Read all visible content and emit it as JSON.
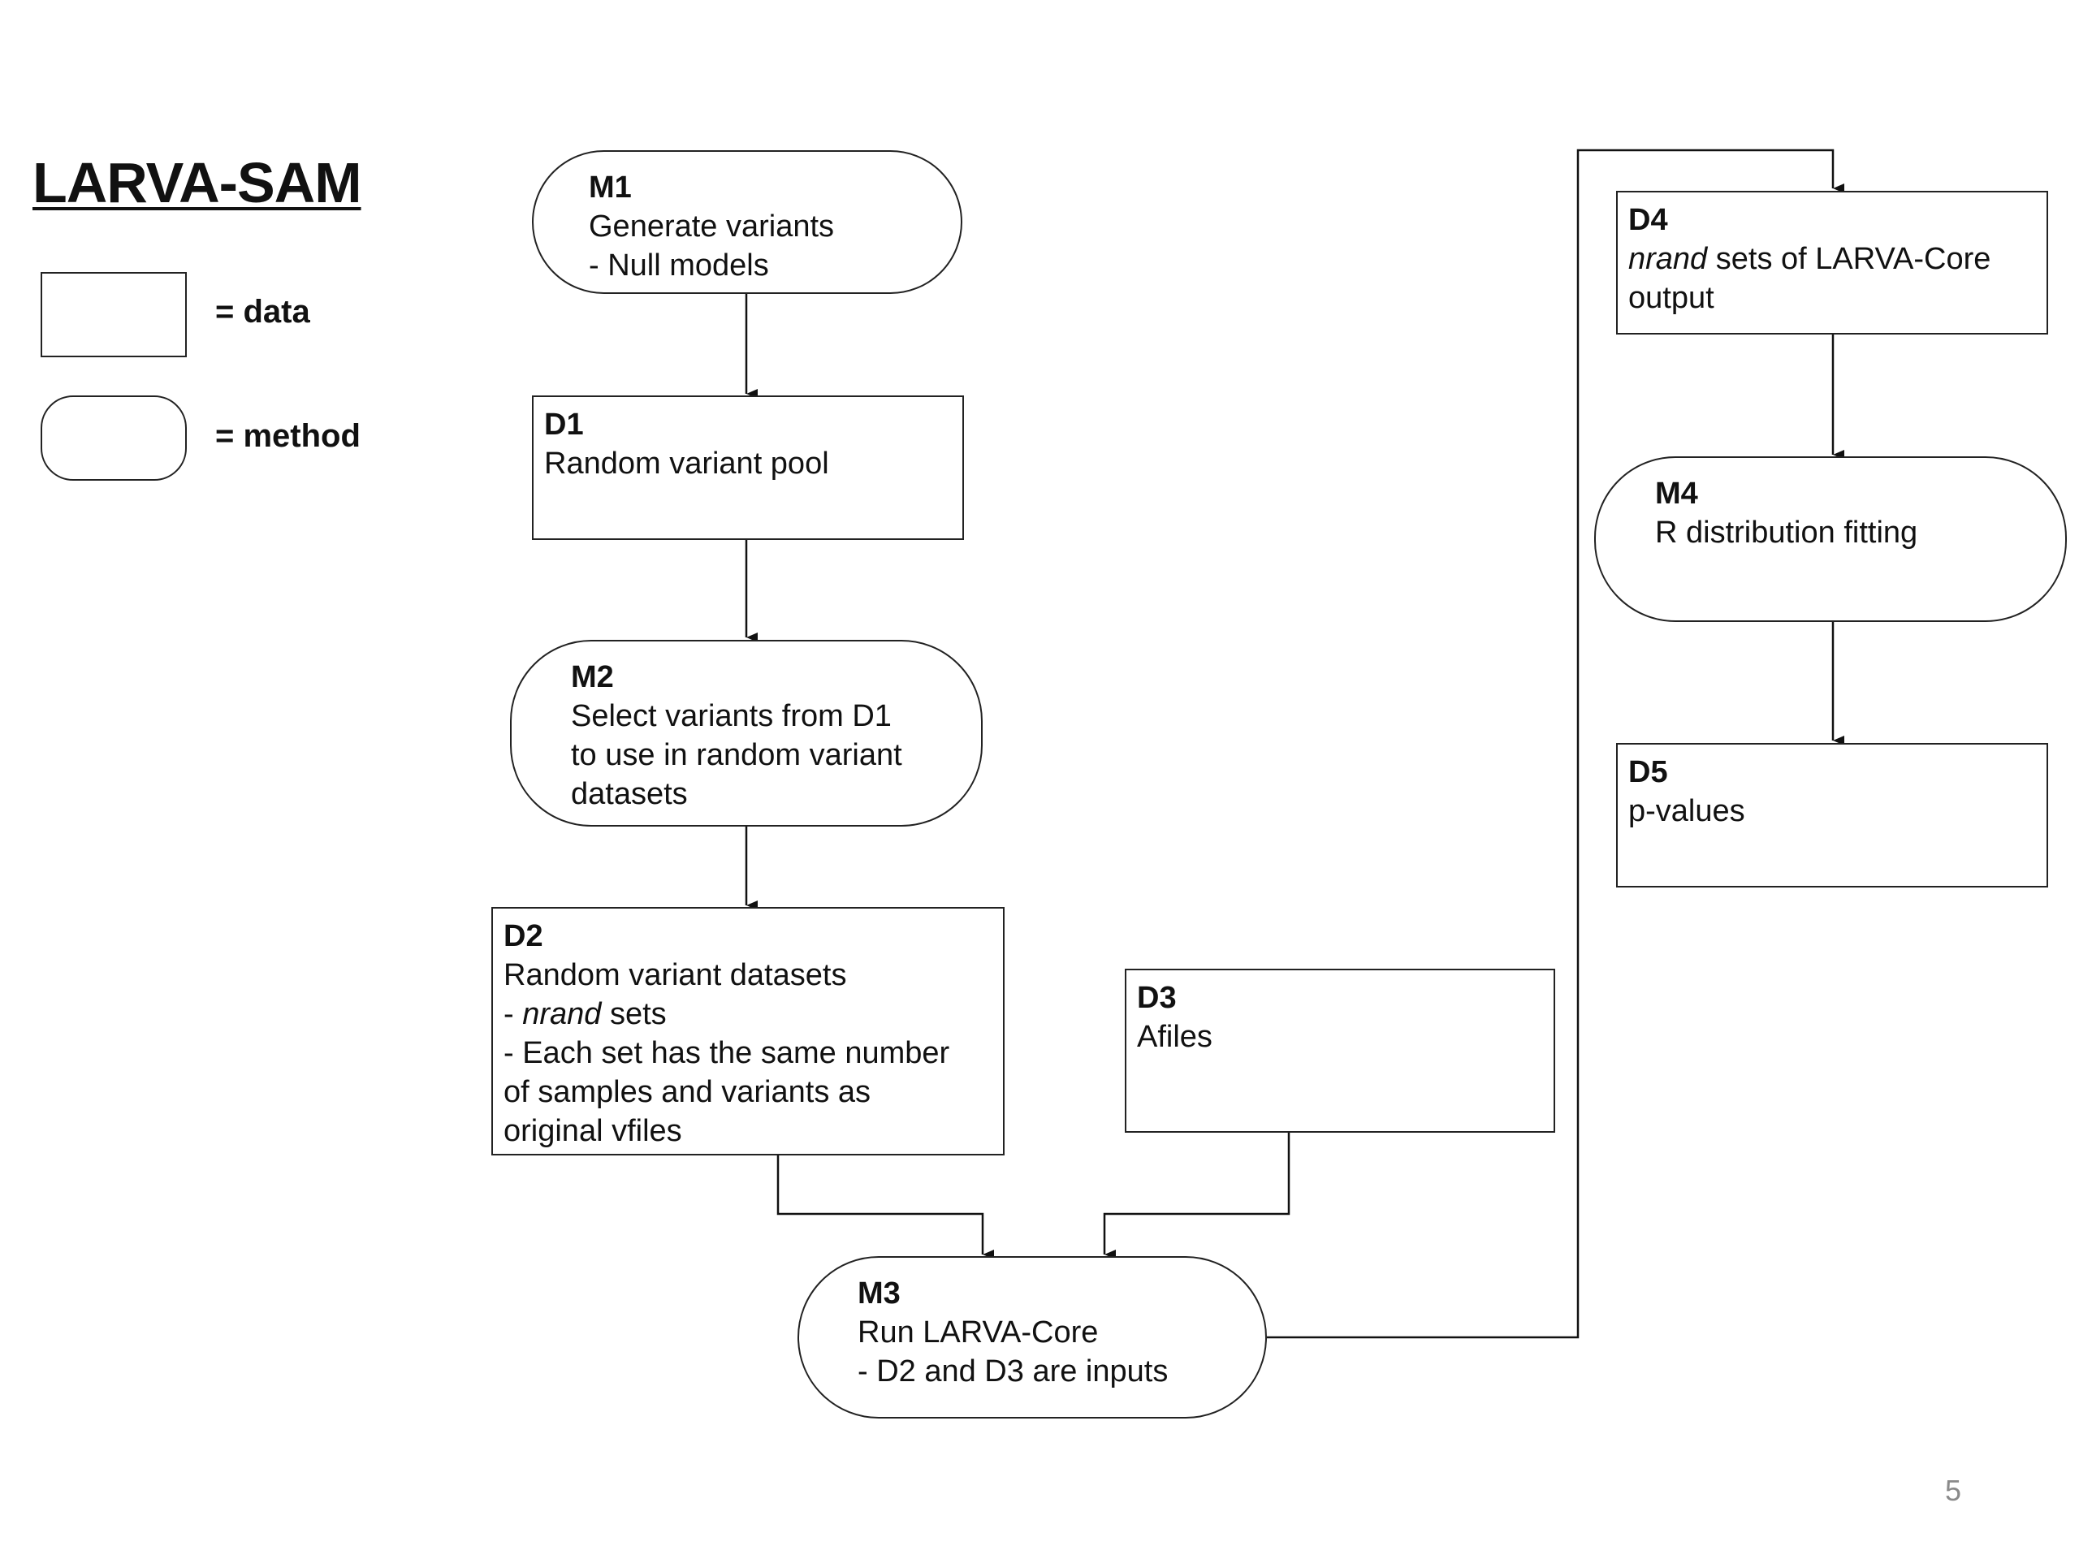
{
  "title": "LARVA-SAM",
  "legend": {
    "data_label": "= data",
    "method_label": "= method"
  },
  "nodes": {
    "M1": {
      "id": "M1",
      "lines": [
        "Generate variants",
        "- Null models"
      ]
    },
    "D1": {
      "id": "D1",
      "lines": [
        "Random variant pool"
      ]
    },
    "M2": {
      "id": "M2",
      "lines": [
        "Select variants from D1",
        "to use in random variant",
        "datasets"
      ]
    },
    "D2": {
      "id": "D2",
      "line1": "Random variant datasets",
      "line2_prefix": "- ",
      "line2_italic": "nrand",
      "line2_suffix": " sets",
      "line3": "- Each set has the same number",
      "line4": "of samples and variants as",
      "line5": "original vfiles"
    },
    "D3": {
      "id": "D3",
      "lines": [
        "Afiles"
      ]
    },
    "M3": {
      "id": "M3",
      "lines": [
        "Run LARVA-Core",
        "- D2 and D3 are inputs"
      ]
    },
    "D4": {
      "id": "D4",
      "line1_italic": "nrand",
      "line1_suffix": " sets of LARVA-Core",
      "line2": "output"
    },
    "M4": {
      "id": "M4",
      "lines": [
        "R distribution fitting"
      ]
    },
    "D5": {
      "id": "D5",
      "lines": [
        "p-values"
      ]
    }
  },
  "edges": [
    {
      "from": "M1",
      "to": "D1"
    },
    {
      "from": "D1",
      "to": "M2"
    },
    {
      "from": "M2",
      "to": "D2"
    },
    {
      "from": "D2",
      "to": "M3"
    },
    {
      "from": "D3",
      "to": "M3"
    },
    {
      "from": "M3",
      "to": "D4"
    },
    {
      "from": "D4",
      "to": "M4"
    },
    {
      "from": "M4",
      "to": "D5"
    }
  ],
  "page_number": "5"
}
